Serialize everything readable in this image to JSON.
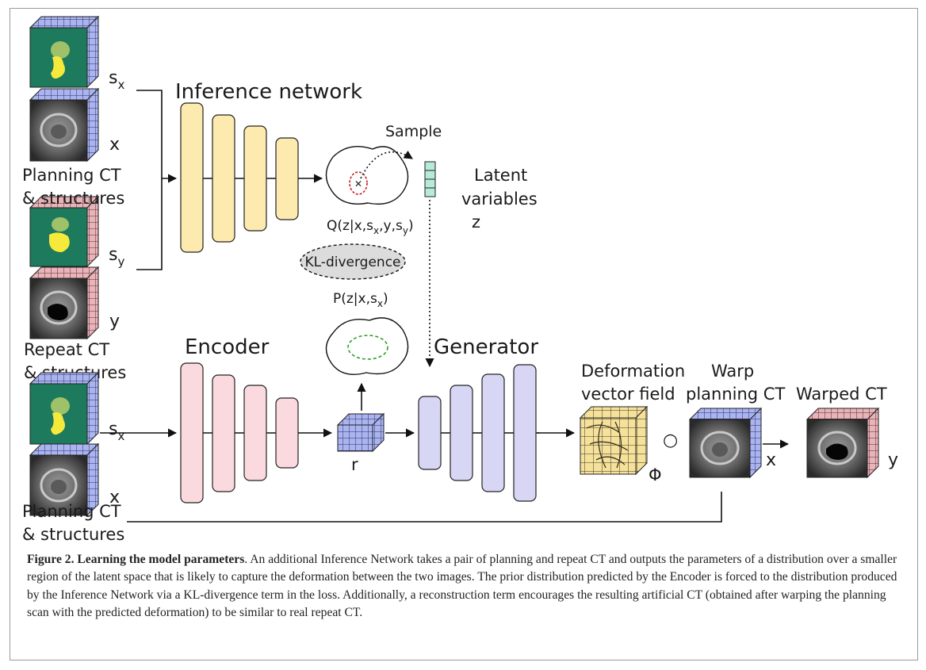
{
  "diagram": {
    "labels": {
      "sx_top": "s",
      "sx_top_sub": "x",
      "x_top": "x",
      "planning_ct_1": "Planning CT",
      "structures_1": "& structures",
      "sy": "s",
      "sy_sub": "y",
      "y_top": "y",
      "repeat_ct": "Repeat CT",
      "structures_2": "& structures",
      "inference_network": "Inference network",
      "sample": "Sample",
      "latent_line1": "Latent",
      "latent_line2": "variables",
      "latent_z": "z",
      "q_dist": "Q(z|x,s",
      "q_x": "x",
      "q_mid": ",y,s",
      "q_y": "y",
      "q_end": ")",
      "kl": "KL-divergence",
      "p_dist": "P(z|x,s",
      "p_x": "x",
      "p_end": ")",
      "encoder": "Encoder",
      "generator": "Generator",
      "sx_bottom": "s",
      "sx_bottom_sub": "x",
      "x_bottom": "x",
      "planning_ct_2": "Planning CT",
      "structures_3": "& structures",
      "r": "r",
      "dvf_line1": "Deformation",
      "dvf_line2": "vector field",
      "phi": "Φ",
      "compose": "○",
      "warp_line1": "Warp",
      "warp_line2": "planning CT",
      "x_warp": "x",
      "warped_ct": "Warped CT",
      "y_out": "y"
    },
    "colors": {
      "inference": "#fdeaae",
      "encoder": "#fbdadf",
      "generator": "#d7d7f5",
      "latent": "#b7ead9",
      "blue_grid": "#aab4ee",
      "red_grid": "#e8b4ba",
      "dvf": "#f6e19b",
      "struct_bg": "#1d7a5c",
      "struct_fg": "#f5ea3b"
    }
  },
  "caption": {
    "title": "Figure 2. Learning the model parameters",
    "body": ". An additional Inference Network takes a pair of planning and repeat CT and outputs the parameters of a distribution over a smaller region of the latent space that is likely to capture the deformation between the two images. The prior distribution predicted by the Encoder is forced to the distribution produced by the Inference Network via a KL-divergence term in the loss. Additionally, a reconstruction term encourages the resulting artificial CT (obtained after warping the planning scan with the predicted deformation) to be similar to real repeat CT."
  }
}
